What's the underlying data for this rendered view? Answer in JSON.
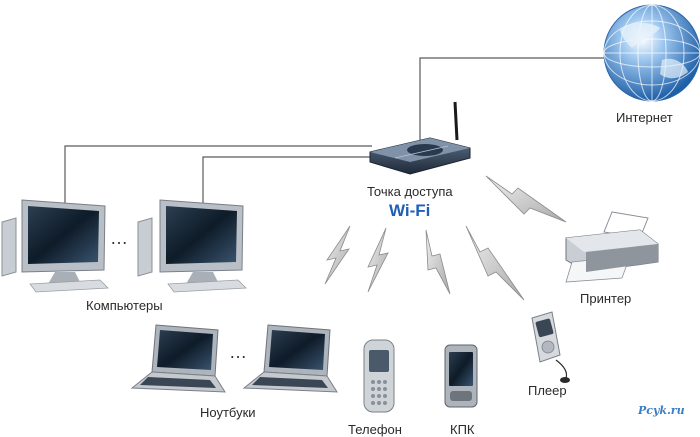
{
  "diagram": {
    "labels": {
      "internet": "Интернет",
      "access_point": "Точка доступа",
      "wifi": "Wi-Fi",
      "computers": "Компьютеры",
      "printer": "Принтер",
      "laptops": "Ноутбуки",
      "phone": "Телефон",
      "pda": "КПК",
      "player": "Плеер"
    },
    "ellipsis": "…",
    "watermark": "Pcyk.ru"
  }
}
